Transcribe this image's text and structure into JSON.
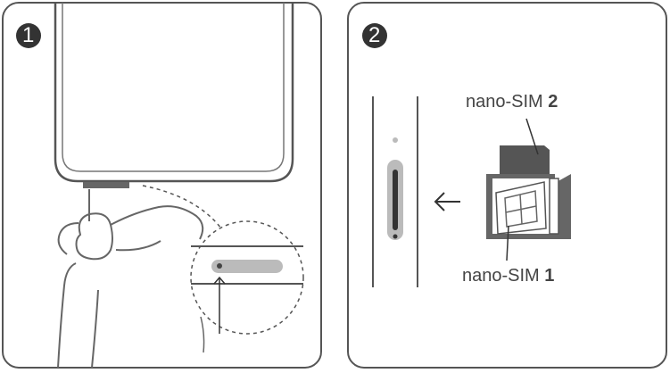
{
  "steps": [
    {
      "number": "1"
    },
    {
      "number": "2"
    }
  ],
  "labels": {
    "sim2_text": "nano-SIM ",
    "sim2_num": "2",
    "sim1_text": "nano-SIM ",
    "sim1_num": "1"
  },
  "colors": {
    "stroke": "#555555",
    "badge": "#333333",
    "tray_dark": "#555555",
    "sim_fill": "#cccccc"
  }
}
